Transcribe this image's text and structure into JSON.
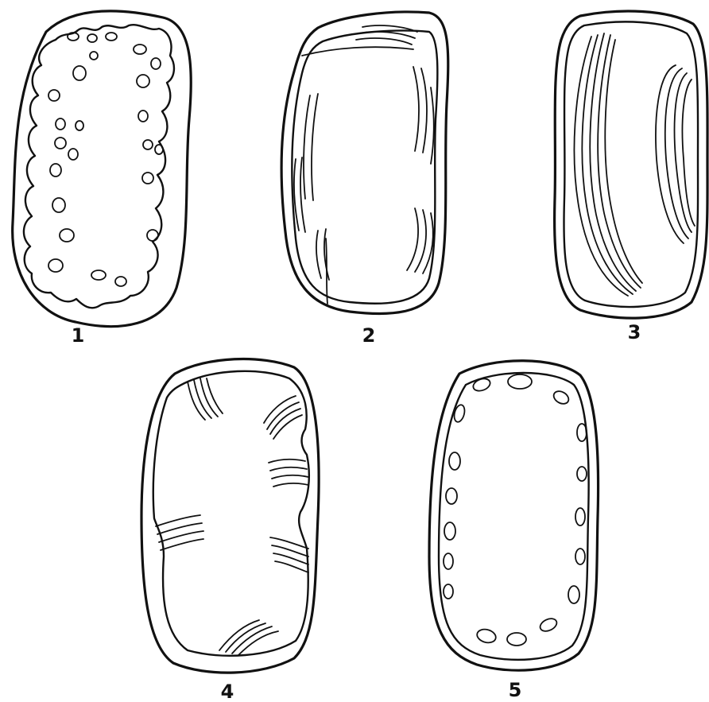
{
  "figure": {
    "panels": [
      {
        "label": "1"
      },
      {
        "label": "2"
      },
      {
        "label": "3"
      },
      {
        "label": "4"
      },
      {
        "label": "5"
      }
    ]
  }
}
